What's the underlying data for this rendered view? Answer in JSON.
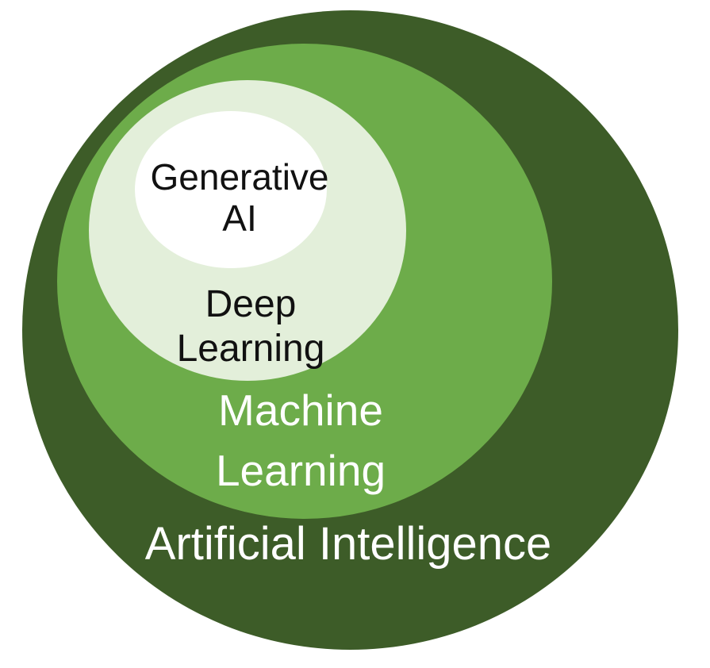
{
  "diagram": {
    "type": "nested-circles",
    "background": "#ffffff",
    "circles": [
      {
        "id": "artificial-intelligence",
        "label": "Artificial Intelligence",
        "lines": [
          "Artificial Intelligence"
        ],
        "fill": "#3d5c28",
        "label_color": "#ffffff"
      },
      {
        "id": "machine-learning",
        "label": "Machine Learning",
        "lines": [
          "Machine",
          "Learning"
        ],
        "fill": "#6dac4a",
        "label_color": "#ffffff"
      },
      {
        "id": "deep-learning",
        "label": "Deep Learning",
        "lines": [
          "Deep",
          "Learning"
        ],
        "fill": "#e3efda",
        "label_color": "#111111"
      },
      {
        "id": "generative-ai",
        "label": "Generative AI",
        "lines": [
          "Generative",
          "AI"
        ],
        "fill": "#ffffff",
        "label_color": "#111111"
      }
    ]
  }
}
